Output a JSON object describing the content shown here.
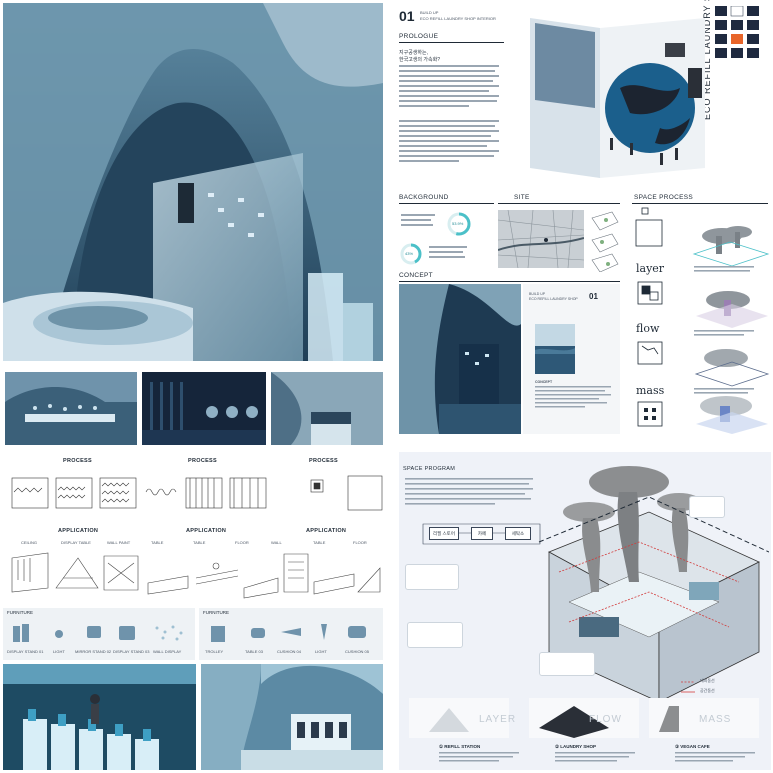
{
  "board": {
    "number": "01",
    "project_line1": "BUILD UP",
    "project_line2": "ECO REFILL LAUNDRY SHOP INTERIOR",
    "vertical_title": "ECO REFILL LAUNDRY SHOP",
    "prologue": {
      "title": "PROLOGUE",
      "subtitle_kr1": "지구공생하는,",
      "subtitle_kr2": "한국고생의 가속화?"
    },
    "sections": {
      "background": "BACKGROUND",
      "site": "SITE",
      "space_process": "SPACE PROCESS",
      "concept": "CONCEPT",
      "space_program": "SPACE PROGRAM"
    },
    "stats": {
      "top": "53.9%",
      "bottom": "43%"
    },
    "process_words": [
      "layer",
      "flow",
      "mass"
    ],
    "concept_mini": {
      "number": "01",
      "line1": "BUILD UP",
      "line2": "ECO REFILL LAUNDRY SHOP",
      "caption": "CONCEPT"
    },
    "program": {
      "boxes": [
        "리필 스토어",
        "카페",
        "세탁소"
      ],
      "legend": [
        "대피동선",
        "공간동선"
      ],
      "strip_words": [
        "LAYER",
        "FLOW",
        "MASS"
      ],
      "cards": [
        "① REFILL STATION",
        "② LAUNDRY SHOP",
        "③ VEGAN CAFE"
      ]
    },
    "left": {
      "process_titles": [
        "PROCESS",
        "PROCESS",
        "PROCESS"
      ],
      "application_titles": [
        "APPLICATION",
        "APPLICATION",
        "APPLICATION"
      ],
      "app_sub": [
        "CEILING",
        "DISPLAY TABLE",
        "WALL PAINT",
        "TABLE",
        "TABLE",
        "FLOOR",
        "WALL",
        "TABLE",
        "FLOOR"
      ],
      "furniture_titles": [
        "FURNITURE",
        "FURNITURE"
      ],
      "furniture_left": [
        "DISPLAY STAND 01",
        "LIGHT",
        "MIRROR STAND 02",
        "DISPLAY STAND 03",
        "WALL DISPLAY"
      ],
      "furniture_right": [
        "TROLLEY",
        "TABLE 03",
        "CUSHION 04",
        "LIGHT",
        "CUSHION 05"
      ]
    }
  }
}
